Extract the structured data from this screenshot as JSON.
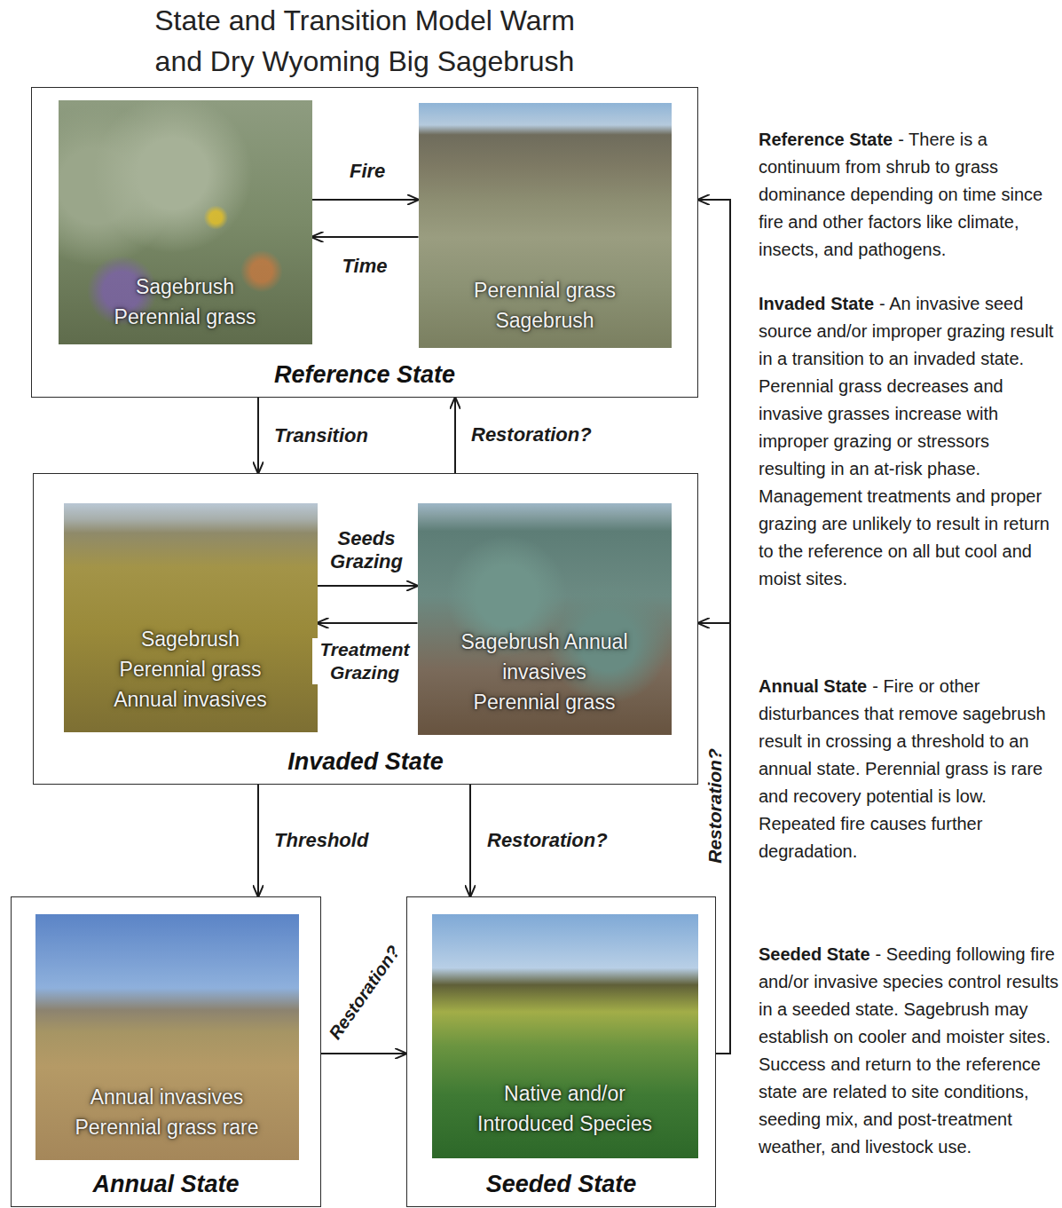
{
  "diagram": {
    "title": "State and Transition Model Warm and Dry Wyoming Big Sagebrush",
    "nodes": [
      {
        "text": [
          "Reference State"
        ]
      },
      {
        "text": [
          "Sagebrush Perennial grass"
        ],
        "in": 0
      },
      {
        "text": [
          "Perennial grass Sagebrush"
        ],
        "in": 0
      },
      {
        "text": [
          "Invaded State"
        ]
      },
      {
        "text": [
          "Sagebrush Perennial grass Annual invasives"
        ],
        "in": 3
      },
      {
        "text": [
          "Sagebrush Annual invasives Perennial grass"
        ],
        "in": 3
      },
      {
        "text": [
          "Annual State"
        ]
      },
      {
        "text": [
          "Annual invasives Perennial grass rare"
        ],
        "in": 6
      },
      {
        "text": [
          "Seeded State"
        ]
      },
      {
        "text": [
          "Native and/or Introduced Species"
        ],
        "in": 8
      }
    ],
    "edges": [
      {
        "from": 1,
        "to": 2,
        "label": "Fire",
        "arrow": "to"
      },
      {
        "from": 2,
        "to": 1,
        "label": "Time",
        "arrow": "to"
      },
      {
        "from": 0,
        "to": 3,
        "label": "Transition",
        "arrow": "to"
      },
      {
        "from": 3,
        "to": 0,
        "label": "Restoration?",
        "arrow": "to"
      },
      {
        "from": 4,
        "to": 5,
        "label": "Seeds Grazing",
        "arrow": "to"
      },
      {
        "from": 5,
        "to": 4,
        "label": "Treatment Grazing",
        "arrow": "to"
      },
      {
        "from": 3,
        "to": 6,
        "label": "Threshold",
        "arrow": "to"
      },
      {
        "from": 3,
        "to": 8,
        "label": "Restoration?",
        "arrow": "to"
      },
      {
        "from": 6,
        "to": 8,
        "label": "Restoration?",
        "arrow": "to"
      },
      {
        "from": 8,
        "to": 0,
        "arrow": "to"
      },
      {
        "from": 8,
        "to": 3,
        "label": "Restoration?",
        "arrow": "to"
      }
    ],
    "labels": [
      "Reference State",
      "- There is a continuum from shrub to grass dominance depending on time since fire and other factors like climate, insects, and pathogens.",
      "Invaded State",
      "- An invasive seed source and/or improper grazing result in a transition to an invaded state. Perennial grass decreases and invasive grasses increase with improper grazing or stressors resulting in an at-risk phase. Management treatments and proper grazing are unlikely to result in return to the reference on all but cool and moist sites.",
      "Annual State",
      "- Fire or other disturbances that remove sagebrush result in crossing a threshold to an annual state. Perennial grass is rare and recovery potential is low. Repeated fire causes further degradation.",
      "Seeded State",
      "- Seeding following fire and/or invasive species control results in a seeded state. Sagebrush may establish on cooler and moister sites. Success and return to the reference state are related to site conditions, seeding mix, and post-treatment weather, and livestock use."
    ]
  }
}
